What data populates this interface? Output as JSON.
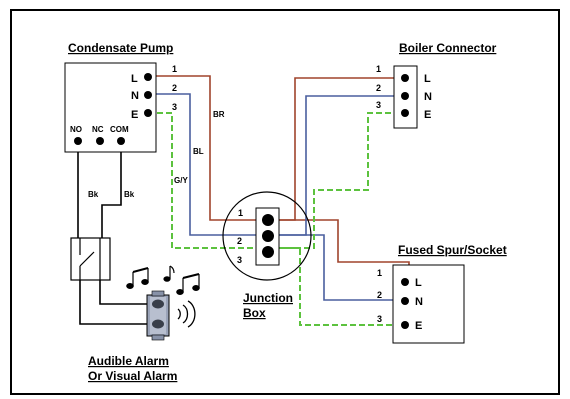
{
  "titles": {
    "condensate_pump": "Condensate Pump",
    "boiler_connector": "Boiler Connector",
    "fused_spur": "Fused Spur/Socket",
    "junction_box_line1": "Junction",
    "junction_box_line2": "Box",
    "alarm_line1": "Audible Alarm",
    "alarm_line2": "Or Visual Alarm"
  },
  "pump": {
    "terminals": [
      "L",
      "N",
      "E"
    ],
    "numbers": [
      "1",
      "2",
      "3"
    ],
    "switch_terminals": [
      "NO",
      "NC",
      "COM"
    ]
  },
  "boiler": {
    "terminals": [
      "L",
      "N",
      "E"
    ],
    "numbers": [
      "1",
      "2",
      "3"
    ]
  },
  "spur": {
    "terminals": [
      "L",
      "N",
      "E"
    ],
    "numbers": [
      "1",
      "2",
      "3"
    ]
  },
  "junction": {
    "numbers": [
      "1",
      "2",
      "3"
    ]
  },
  "wire_labels": {
    "brown": "BR",
    "blue": "BL",
    "green_yellow": "G/Y",
    "black_left": "Bk",
    "black_right": "Bk"
  },
  "colors": {
    "brown": "#a0442c",
    "blue": "#4a5f9e",
    "green": "#5cc23e",
    "black": "#000000"
  },
  "icons": [
    "music-notes-icon",
    "sound-waves-icon",
    "alarm-device-icon",
    "switch-icon"
  ]
}
